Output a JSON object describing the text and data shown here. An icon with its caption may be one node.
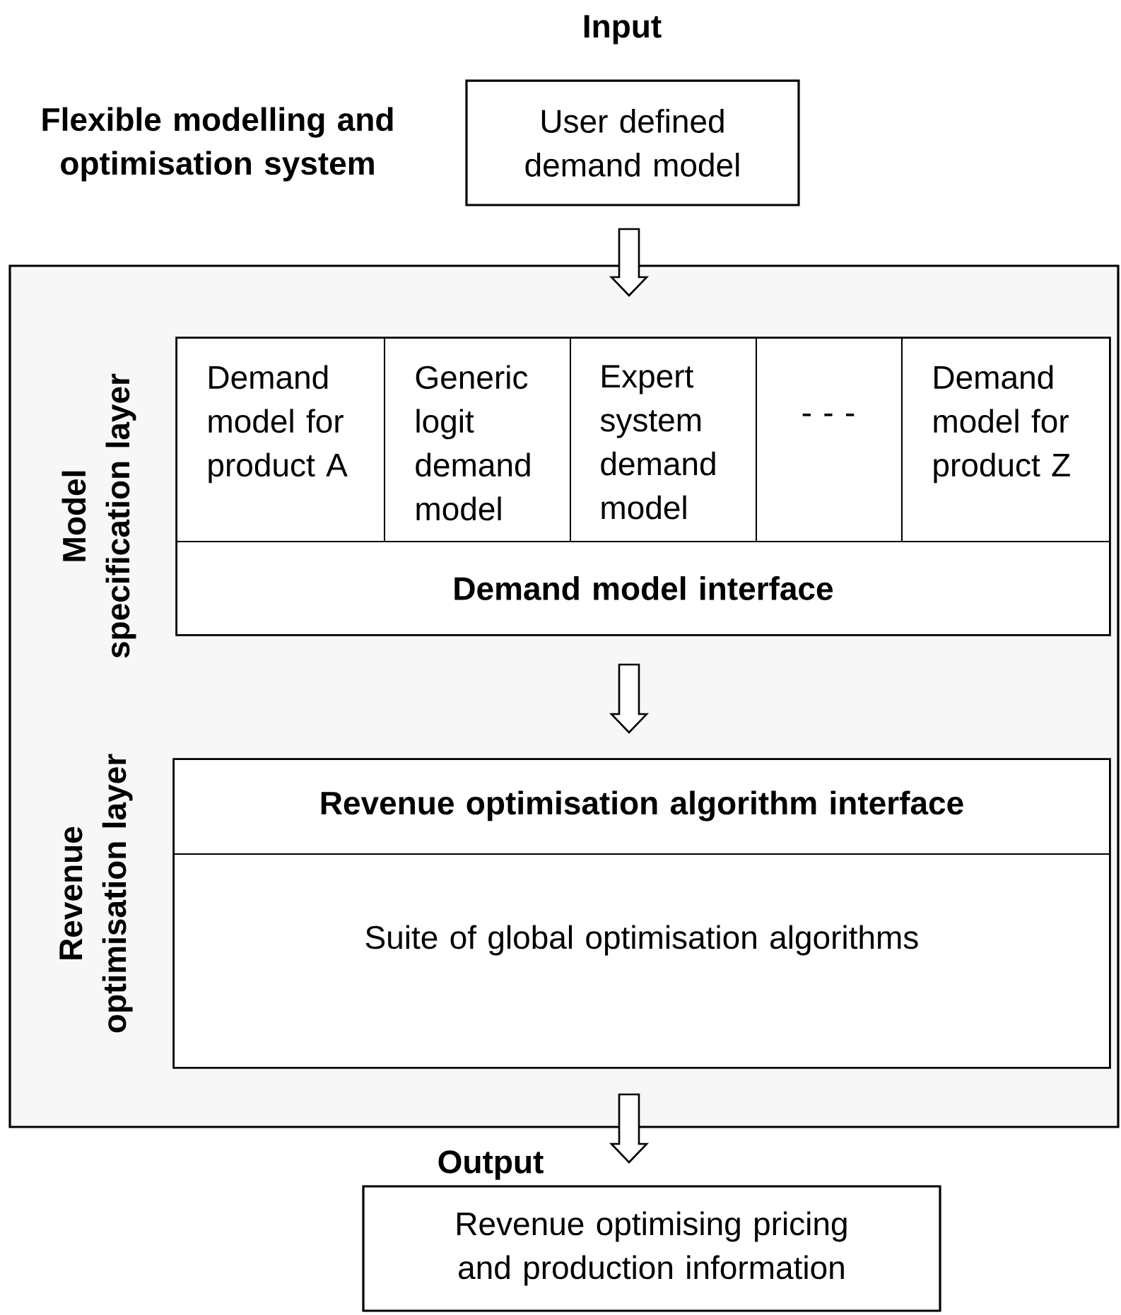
{
  "diagram": {
    "nodes": [
      {
        "text": [
          "User defined demand model"
        ],
        "beside": [
          "Input"
        ]
      },
      {
        "text": [
          "Flexible modelling and optimisation system"
        ]
      },
      {
        "text": [
          "Model specification layer"
        ],
        "in": 1
      },
      {
        "text": [
          "Demand model for product A"
        ],
        "in": 2
      },
      {
        "text": [
          "Generic logit demand model"
        ],
        "in": 2
      },
      {
        "text": [
          "Expert system demand model"
        ],
        "in": 2
      },
      {
        "text": [
          "- - -"
        ],
        "in": 2
      },
      {
        "text": [
          "Demand model for product Z"
        ],
        "in": 2
      },
      {
        "text": [
          "Demand model interface"
        ],
        "in": 2
      },
      {
        "text": [
          "Revenue optimisation layer"
        ],
        "in": 1
      },
      {
        "text": [
          "Revenue optimisation algorithm interface"
        ],
        "in": 9
      },
      {
        "text": [
          "Suite of global optimisation algorithms"
        ],
        "in": 9
      },
      {
        "text": [
          "Revenue optimising pricing and production information"
        ],
        "beside": [
          "Output"
        ]
      }
    ],
    "edges": [
      {
        "from": 0,
        "to": 1,
        "arrow": "to"
      },
      {
        "from": 2,
        "to": 9,
        "arrow": "to"
      },
      {
        "from": 1,
        "to": 12,
        "arrow": "to"
      }
    ]
  }
}
